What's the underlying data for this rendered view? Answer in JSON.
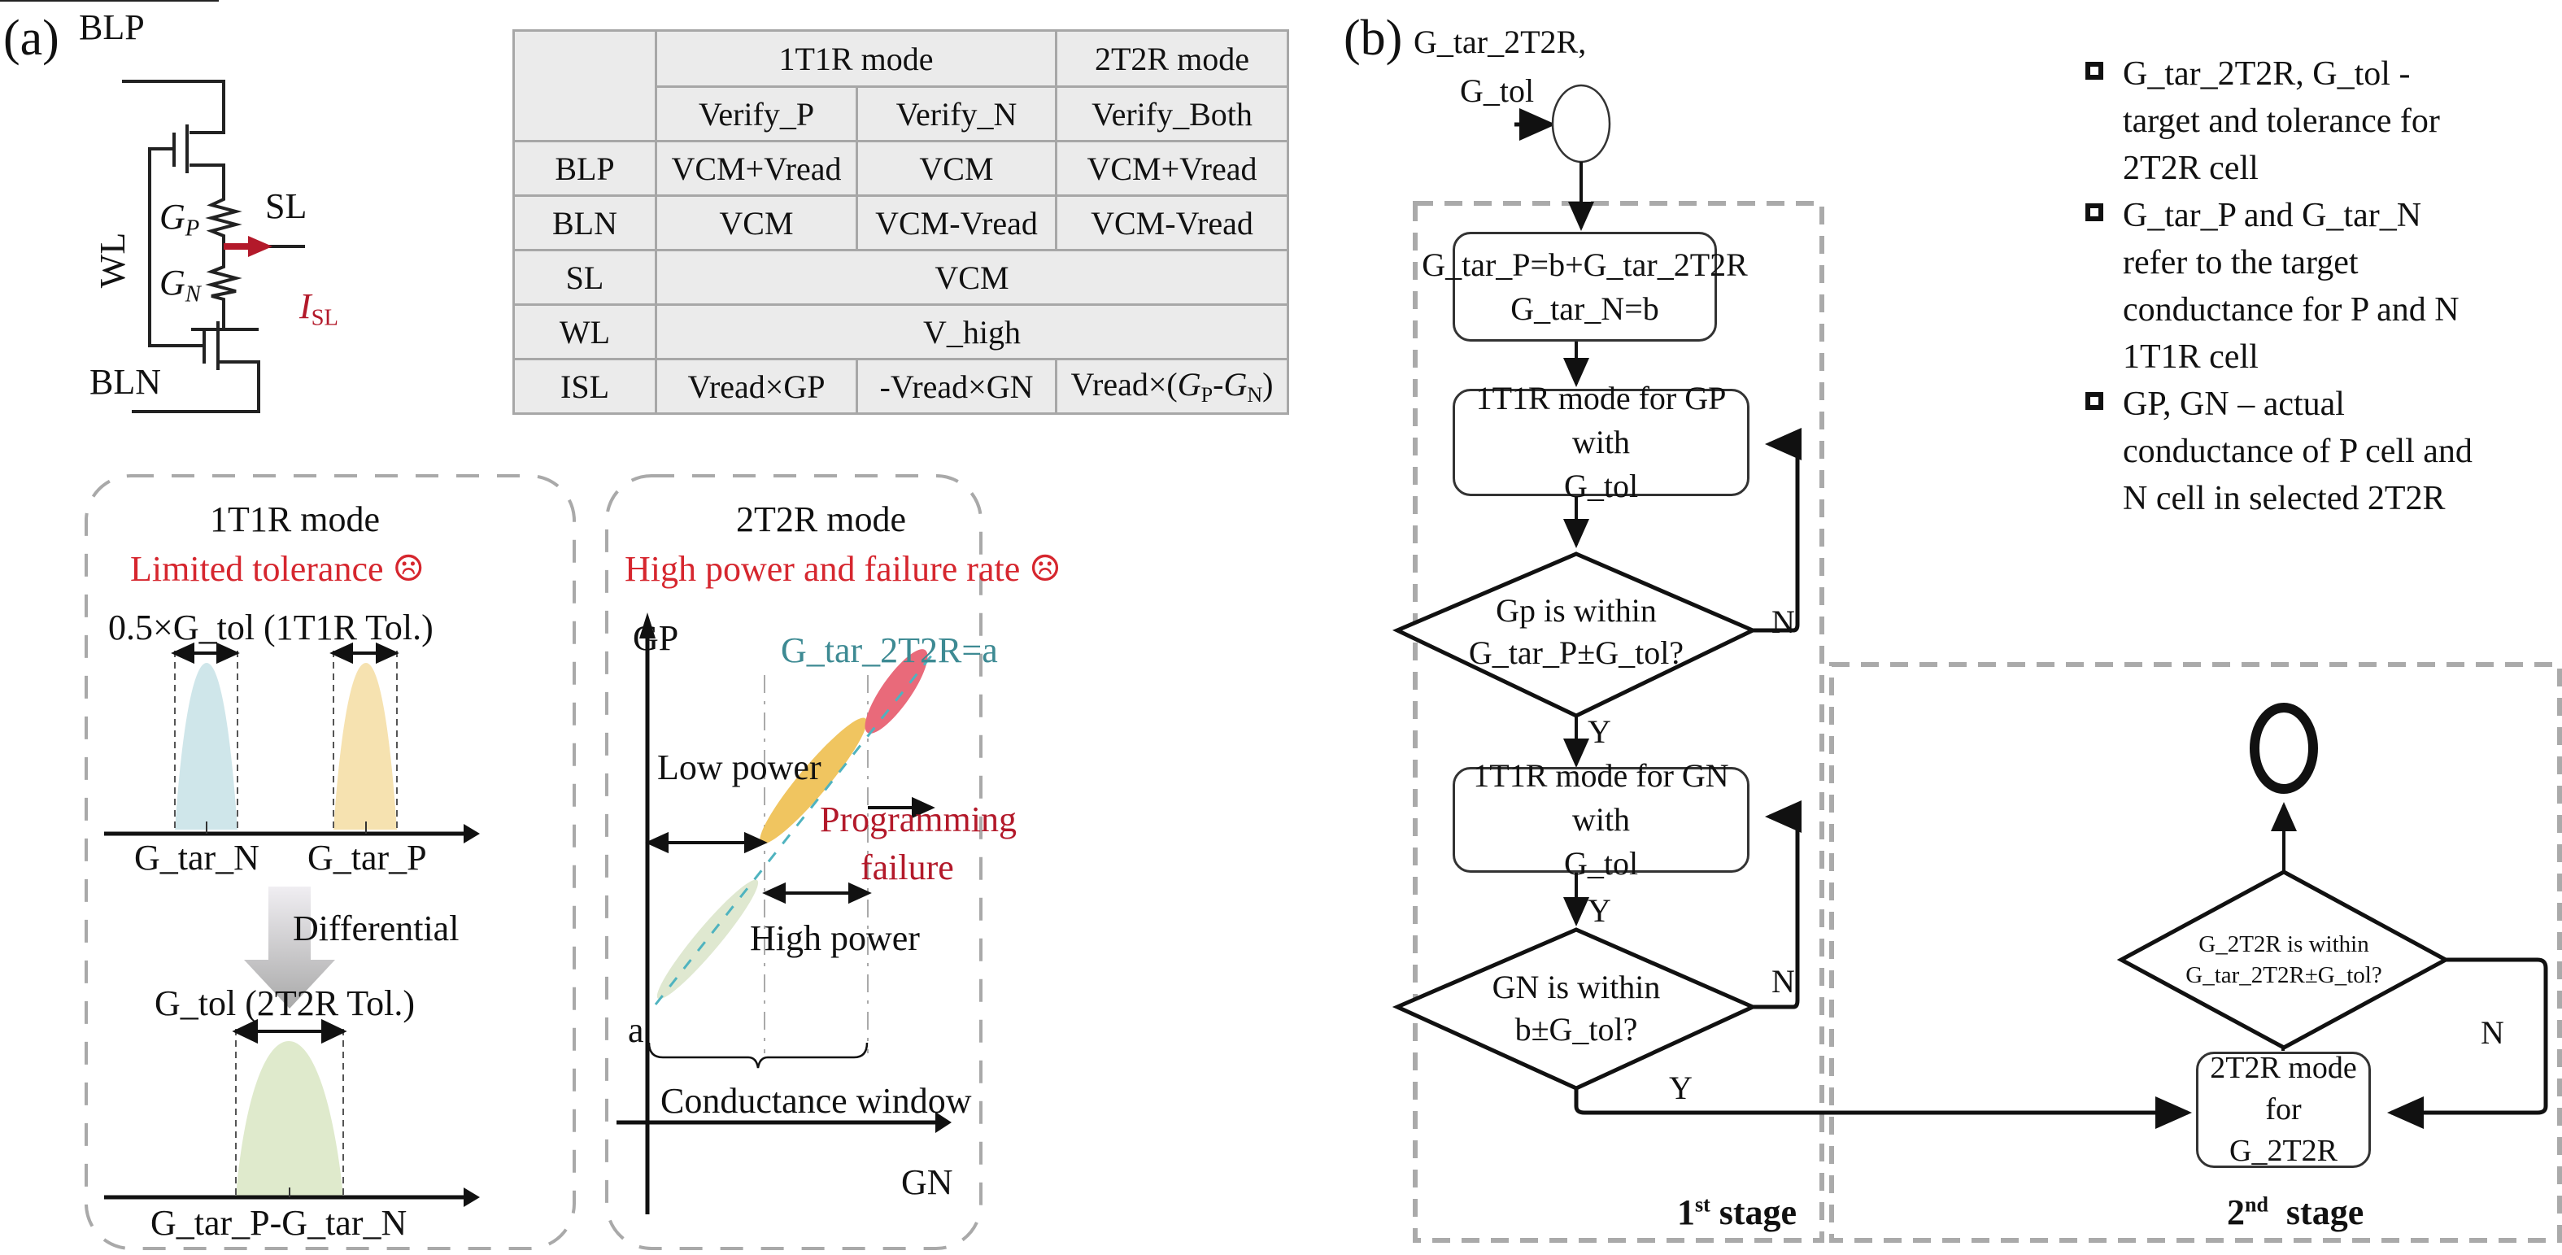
{
  "panel_a": {
    "label": "(a)",
    "circuit": {
      "blp": "BLP",
      "bln": "BLN",
      "wl": "WL",
      "sl": "SL",
      "gp": "G",
      "gp_sub": "P",
      "gn": "G",
      "gn_sub": "N",
      "isl": "I",
      "isl_sub": "SL",
      "accent_color": "#b3192a"
    },
    "table": {
      "header1": [
        "",
        "1T1R mode",
        "2T2R mode"
      ],
      "header2": [
        "",
        "Verify_P",
        "Verify_N",
        "Verify_Both"
      ],
      "rows": [
        {
          "name": "BLP",
          "cells": [
            "VCM+Vread",
            "VCM",
            "VCM+Vread"
          ]
        },
        {
          "name": "BLN",
          "cells": [
            "VCM",
            "VCM-Vread",
            "VCM-Vread"
          ]
        },
        {
          "name": "SL",
          "merged": "VCM"
        },
        {
          "name": "WL",
          "merged": "V_high"
        },
        {
          "name": "ISL",
          "cells": [
            "Vread×GP",
            "-Vread×GN",
            "Vread×("
          ],
          "last_cell_parts": {
            "g1": "G",
            "s1": "P",
            "mid": "-",
            "g2": "G",
            "s2": "N",
            "close": ")"
          }
        }
      ]
    },
    "box_1t1r": {
      "title": "1T1R mode",
      "subtitle": "Limited tolerance ☹",
      "tol_label": "0.5×G_tol (1T1R Tol.)",
      "x_label_n": "G_tar_N",
      "x_label_p": "G_tar_P",
      "arrow_label": "Differential",
      "tol2_label": "G_tol (2T2R Tol.)",
      "x_label_diff": "G_tar_P-G_tar_N",
      "colors": {
        "n_peak": "#cfe6ea",
        "p_peak": "#f6e2b0",
        "diff_peak": "#dfeacc"
      }
    },
    "box_2t2r": {
      "title": "2T2R mode",
      "subtitle": "High power and failure rate ☹",
      "y_axis": "GP",
      "x_axis": "GN",
      "line_label": "G_tar_2T2R=a",
      "origin_label": "a",
      "low_power": "Low power",
      "high_power": "High power",
      "failure": "Programming failure",
      "failure_line1": "Programming",
      "failure_line2": "failure",
      "window": "Conductance window",
      "colors": {
        "low": "#dfe8d0",
        "mid": "#f0c560",
        "high": "#e96a7a",
        "line": "#4fb3bf"
      }
    }
  },
  "panel_b": {
    "label": "(b)",
    "inputs_line1": "G_tar_2T2R,",
    "inputs_line2": "G_tol",
    "nodes": {
      "init_line1": "G_tar_P=b+G_tar_2T2R",
      "init_line2": "G_tar_N=b",
      "gp_mode_line1": "1T1R mode for GP with",
      "gp_mode_line2": "G_tol",
      "gp_check_line1": "Gp is within",
      "gp_check_line2": "G_tar_P±G_tol?",
      "gn_mode_line1": "1T1R mode for GN with",
      "gn_mode_line2": "G_tol",
      "gn_check_line1": "GN is within",
      "gn_check_line2": "b±G_tol?",
      "t2r_mode_line1": "2T2R mode for",
      "t2r_mode_line2": "G_2T2R",
      "t2r_check_line1": "G_2T2R is within",
      "t2r_check_line2": "G_tar_2T2R±G_tol?"
    },
    "edge_labels": {
      "yes": "Y",
      "no": "N"
    },
    "stage1": {
      "num": "1",
      "sup": "st",
      "word": "stage"
    },
    "stage2": {
      "num": "2",
      "sup": "nd",
      "word": "stage"
    },
    "legend": [
      {
        "lines": [
          "G_tar_2T2R, G_tol -",
          "target and tolerance for",
          "2T2R cell"
        ]
      },
      {
        "lines": [
          "G_tar_P and G_tar_N",
          "refer to the target",
          "conductance for P and N",
          "1T1R cell"
        ]
      },
      {
        "lines": [
          "GP, GN – actual",
          "conductance of P cell and",
          "N cell in selected 2T2R"
        ]
      }
    ]
  }
}
